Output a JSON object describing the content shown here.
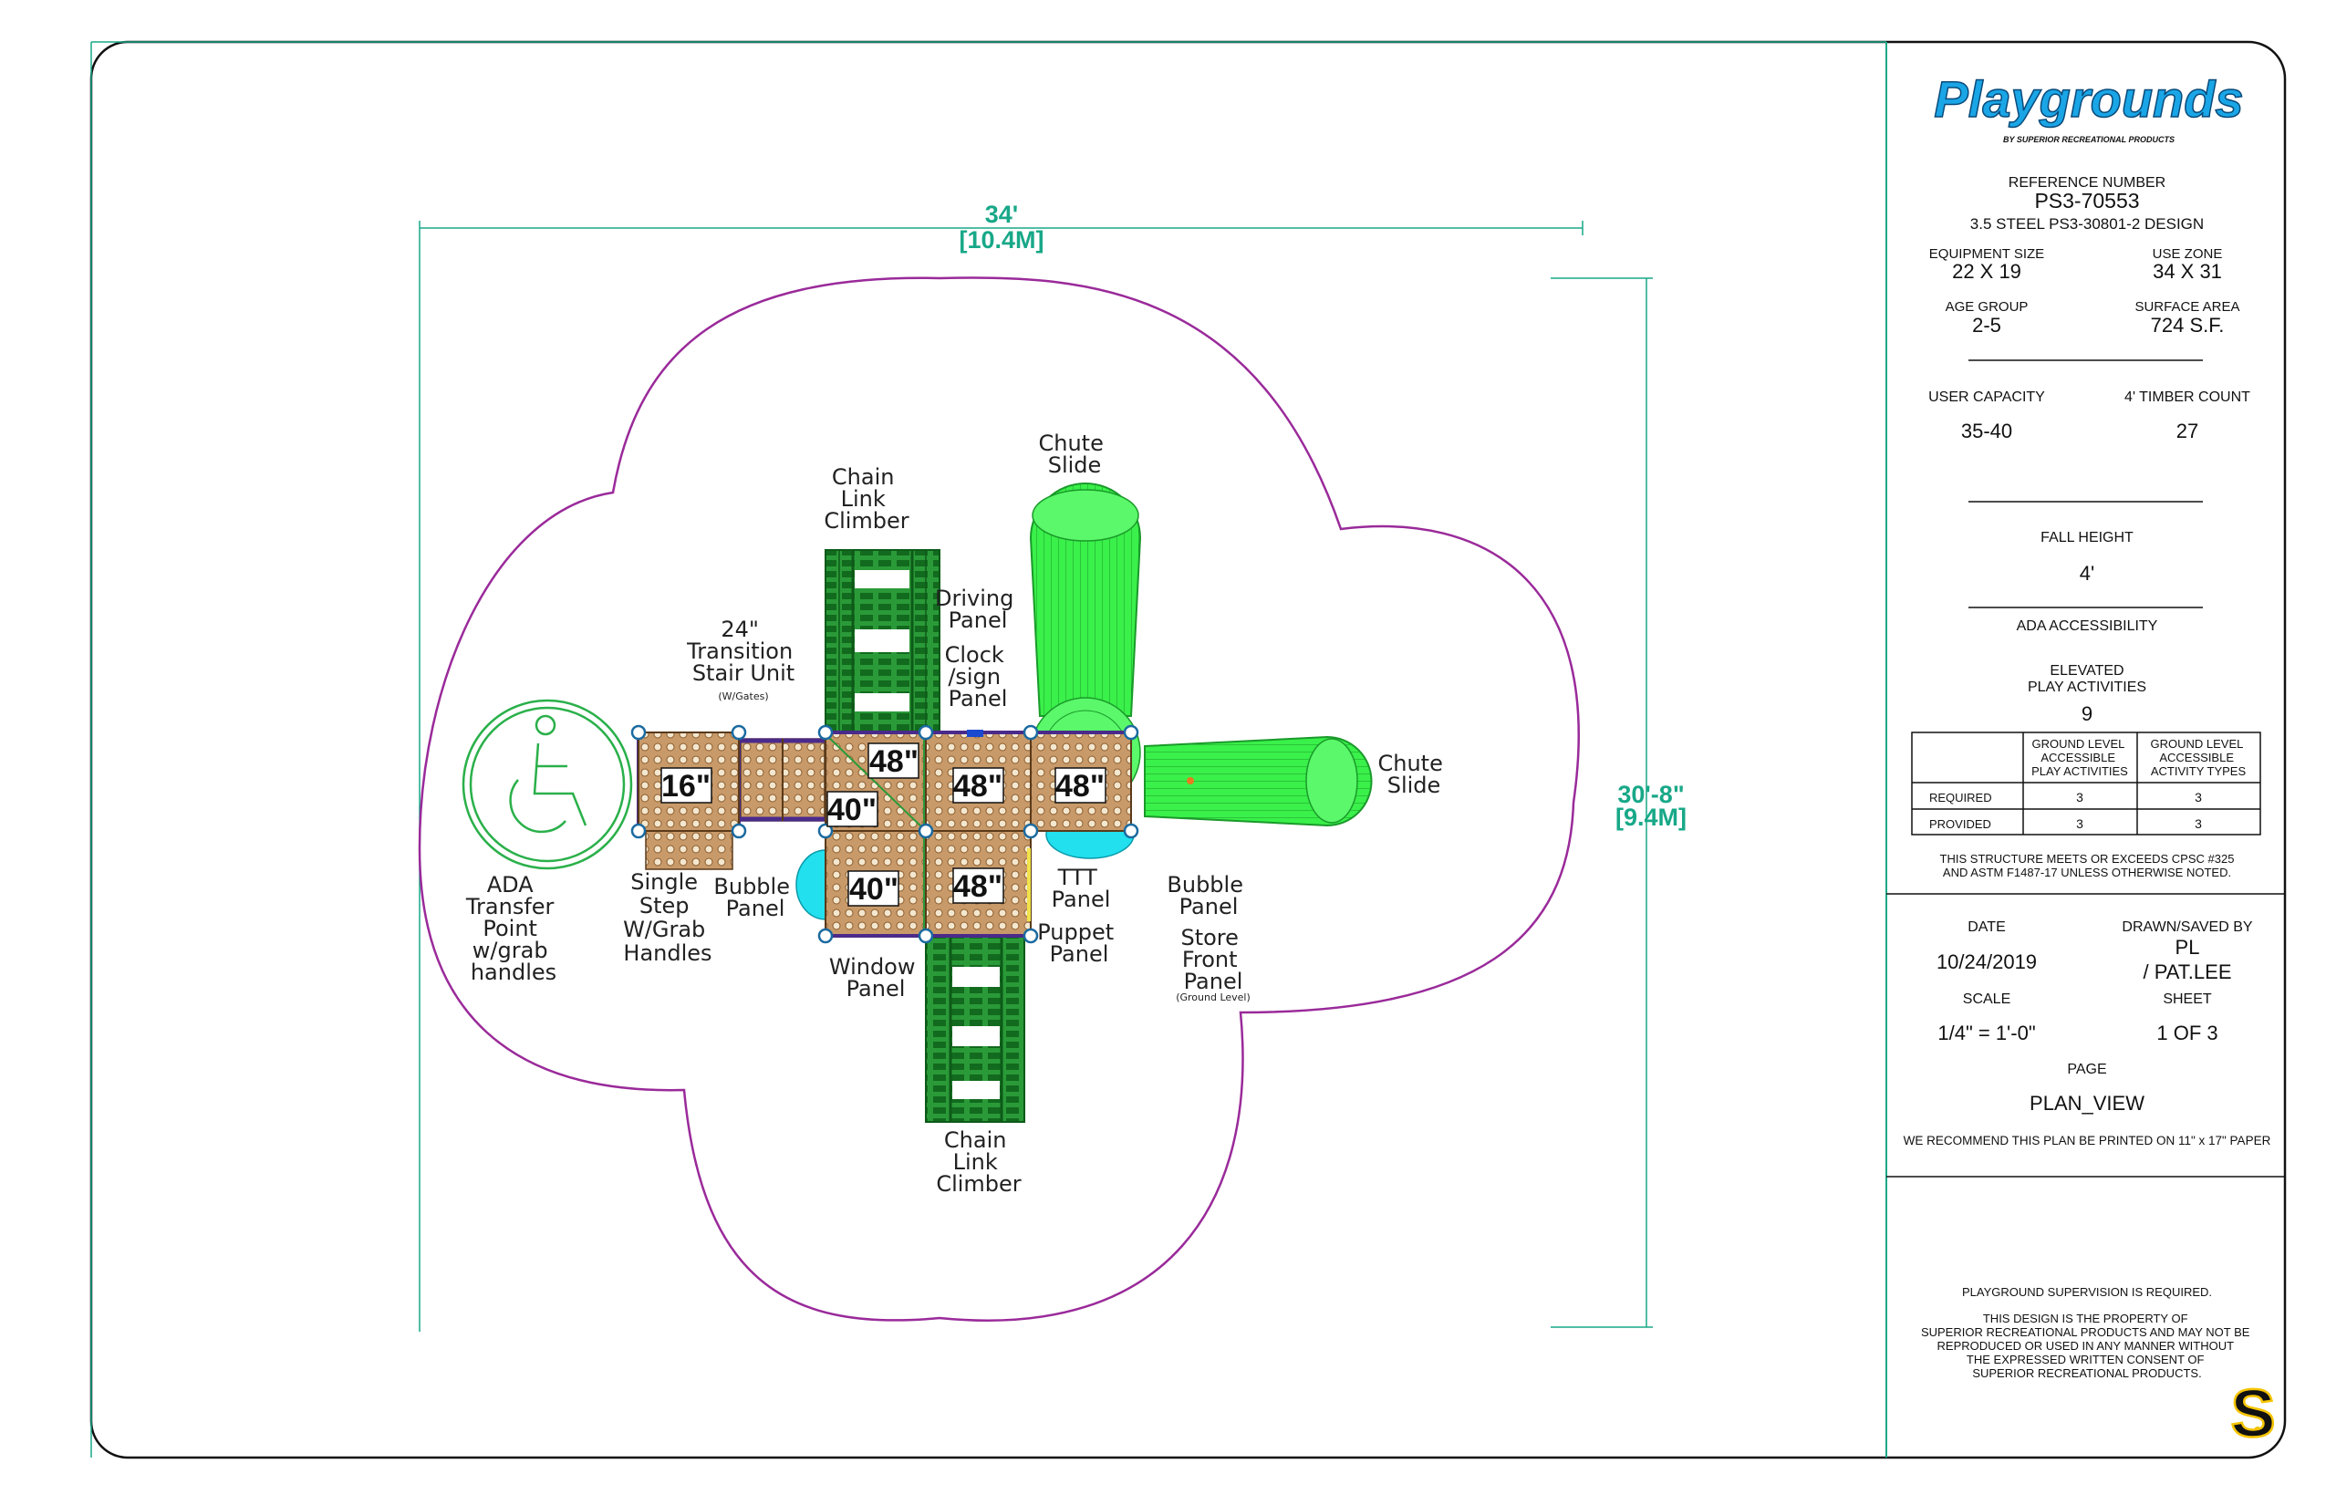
{
  "brand": {
    "logo_text": "Playgrounds",
    "logo_sub": "BY SUPERIOR RECREATIONAL PRODUCTS",
    "mark": "S",
    "colors": {
      "logo": "#1aa6e6",
      "frame": "#18a888",
      "zone": "#9a2a9a",
      "deck": "#b88a5c",
      "climber": "#1f8a2e",
      "slide": "#33ee44",
      "bubble": "#22e0ee",
      "beam": "#4a2a8a"
    }
  },
  "dimensions": {
    "width_ft": "34'",
    "width_m": "[10.4M]",
    "height_ft": "30'-8\"",
    "height_m": "[9.4M]"
  },
  "decks": [
    {
      "id": "deck-16",
      "label": "16\""
    },
    {
      "id": "deck-48-a",
      "label": "48\""
    },
    {
      "id": "deck-40-a",
      "label": "40\""
    },
    {
      "id": "deck-48-b",
      "label": "48\""
    },
    {
      "id": "deck-48-c",
      "label": "48\""
    },
    {
      "id": "deck-40-b",
      "label": "40\""
    },
    {
      "id": "deck-48-d",
      "label": "48\""
    }
  ],
  "labels": {
    "chain_link_top": [
      "Chain",
      "Link",
      "Climber"
    ],
    "chute_slide_top": [
      "Chute",
      "Slide"
    ],
    "driving_panel": [
      "Driving",
      "Panel"
    ],
    "clock_panel": [
      "Clock",
      "/sign",
      "Panel"
    ],
    "transition_stair": [
      "24\"",
      "Transition",
      "Stair Unit"
    ],
    "transition_note": "(W/Gates)",
    "chute_slide_right": [
      "Chute",
      "Slide"
    ],
    "ada_transfer": [
      "ADA",
      "Transfer",
      "Point",
      "w/grab",
      "handles"
    ],
    "single_step": [
      "Single",
      "Step",
      "W/Grab",
      "Handles"
    ],
    "bubble_panel_left": [
      "Bubble",
      "Panel"
    ],
    "ttt_panel": [
      "TTT",
      "Panel"
    ],
    "puppet_panel": [
      "Puppet",
      "Panel"
    ],
    "bubble_panel_right": [
      "Bubble",
      "Panel"
    ],
    "store_front": [
      "Store",
      "Front",
      "Panel"
    ],
    "store_front_note": "(Ground Level)",
    "window_panel": [
      "Window",
      "Panel"
    ],
    "chain_link_bottom": [
      "Chain",
      "Link",
      "Climber"
    ]
  },
  "title_block": {
    "reference_label": "REFERENCE NUMBER",
    "reference_number": "PS3-70553",
    "design": "3.5 STEEL PS3-30801-2 DESIGN",
    "equipment_size_label": "EQUIPMENT SIZE",
    "equipment_size": "22  X  19",
    "use_zone_label": "USE ZONE",
    "use_zone": "34  X  31",
    "age_group_label": "AGE GROUP",
    "age_group": "2-5",
    "surface_area_label": "SURFACE AREA",
    "surface_area": "724 S.F.",
    "user_capacity_label": "USER CAPACITY",
    "user_capacity": "35-40",
    "timber_count_label": "4' TIMBER COUNT",
    "timber_count": "27",
    "fall_height_label": "FALL HEIGHT",
    "fall_height": "4'",
    "ada_label": "ADA ACCESSIBILITY",
    "elevated_label_1": "ELEVATED",
    "elevated_label_2": "PLAY ACTIVITIES",
    "elevated_value": "9",
    "table": {
      "col1": [
        "GROUND LEVEL",
        "ACCESSIBLE",
        "PLAY ACTIVITIES"
      ],
      "col2": [
        "GROUND LEVEL",
        "ACCESSIBLE",
        "ACTIVITY TYPES"
      ],
      "rows": [
        {
          "label": "REQUIRED",
          "v1": "3",
          "v2": "3"
        },
        {
          "label": "PROVIDED",
          "v1": "3",
          "v2": "3"
        }
      ]
    },
    "compliance_1": "THIS STRUCTURE MEETS OR EXCEEDS CPSC #325",
    "compliance_2": "AND ASTM F1487-17 UNLESS OTHERWISE NOTED.",
    "date_label": "DATE",
    "date": "10/24/2019",
    "drawn_label": "DRAWN/SAVED BY",
    "drawn_1": "PL",
    "drawn_2": "/ PAT.LEE",
    "scale_label": "SCALE",
    "scale": "1/4\"  =  1'-0\"",
    "sheet_label": "SHEET",
    "sheet": "1   OF    3",
    "page_label": "PAGE",
    "page": "PLAN_VIEW",
    "recommend": "WE RECOMMEND THIS PLAN BE PRINTED ON 11\" x 17\" PAPER",
    "supervision": "PLAYGROUND SUPERVISION IS REQUIRED.",
    "property": [
      "THIS DESIGN IS THE PROPERTY OF",
      "SUPERIOR RECREATIONAL PRODUCTS AND MAY NOT BE",
      "REPRODUCED OR USED IN ANY MANNER WITHOUT",
      "THE EXPRESSED WRITTEN CONSENT OF",
      "SUPERIOR RECREATIONAL PRODUCTS."
    ]
  }
}
